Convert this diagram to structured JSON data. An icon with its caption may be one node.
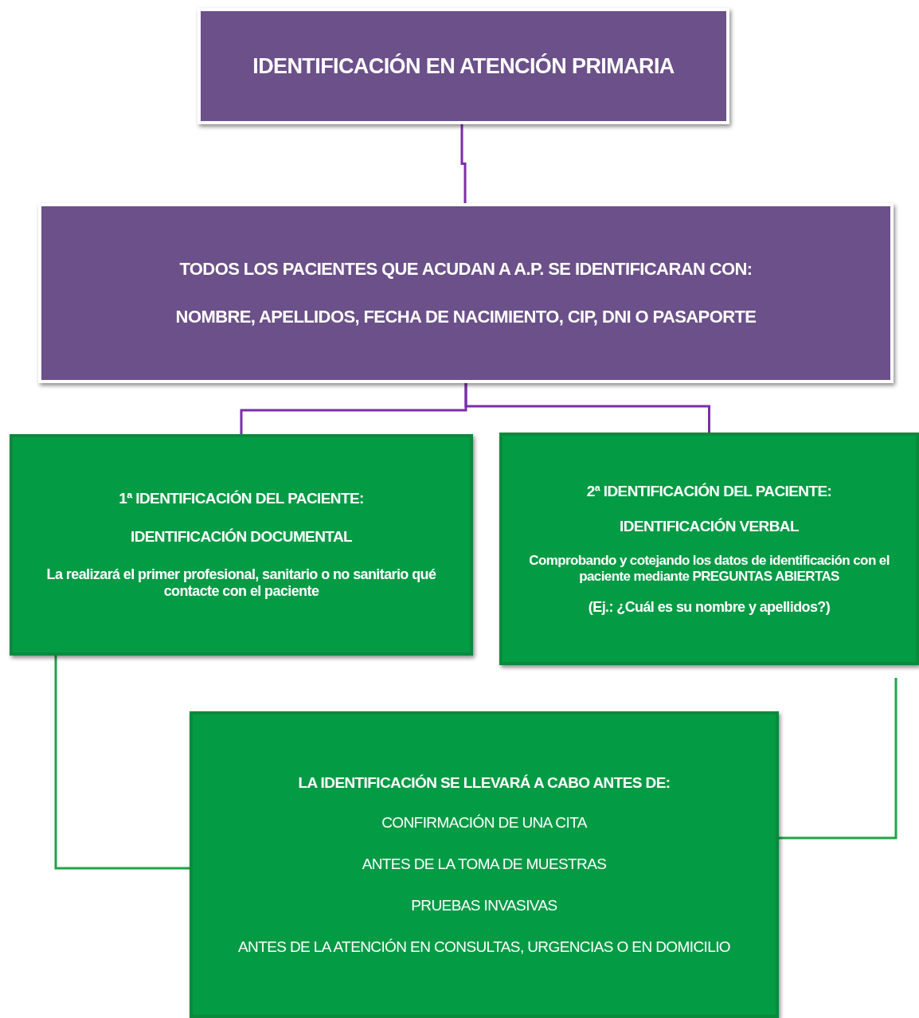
{
  "diagram": {
    "nodes": [
      {
        "text": [
          "IDENTIFICACIÓN EN ATENCIÓN PRIMARIA"
        ]
      },
      {
        "text": [
          "TODOS LOS PACIENTES QUE ACUDAN A A.P. SE IDENTIFICARAN CON:",
          "NOMBRE, APELLIDOS, FECHA DE NACIMIENTO, CIP, DNI O PASAPORTE"
        ]
      },
      {
        "text": [
          "1ª IDENTIFICACIÓN DEL PACIENTE:",
          "IDENTIFICACIÓN DOCUMENTAL",
          "La realizará el primer profesional, sanitario o no sanitario qué contacte con el paciente"
        ]
      },
      {
        "text": [
          "2ª IDENTIFICACIÓN DEL PACIENTE:",
          "IDENTIFICACIÓN VERBAL",
          "Comprobando y cotejando los datos de identificación con el paciente mediante PREGUNTAS ABIERTAS",
          "(Ej.: ¿Cuál es su nombre y apellidos?)"
        ]
      },
      {
        "text": [
          "LA IDENTIFICACIÓN SE LLEVARÁ A CABO ANTES DE:",
          "CONFIRMACIÓN DE UNA CITA",
          "ANTES DE LA TOMA DE MUESTRAS",
          "PRUEBAS INVASIVAS",
          "ANTES DE LA ATENCIÓN EN CONSULTAS, URGENCIAS O EN DOMICILIO"
        ]
      }
    ],
    "edges": [
      {
        "from": 0,
        "to": 1,
        "arrow": "none"
      },
      {
        "from": 1,
        "to": 2,
        "arrow": "none"
      },
      {
        "from": 1,
        "to": 3,
        "arrow": "none"
      },
      {
        "from": 2,
        "to": 4,
        "arrow": "none",
        "color": "#1fa447"
      },
      {
        "from": 3,
        "to": 4,
        "arrow": "none",
        "color": "#1fa447"
      }
    ]
  }
}
